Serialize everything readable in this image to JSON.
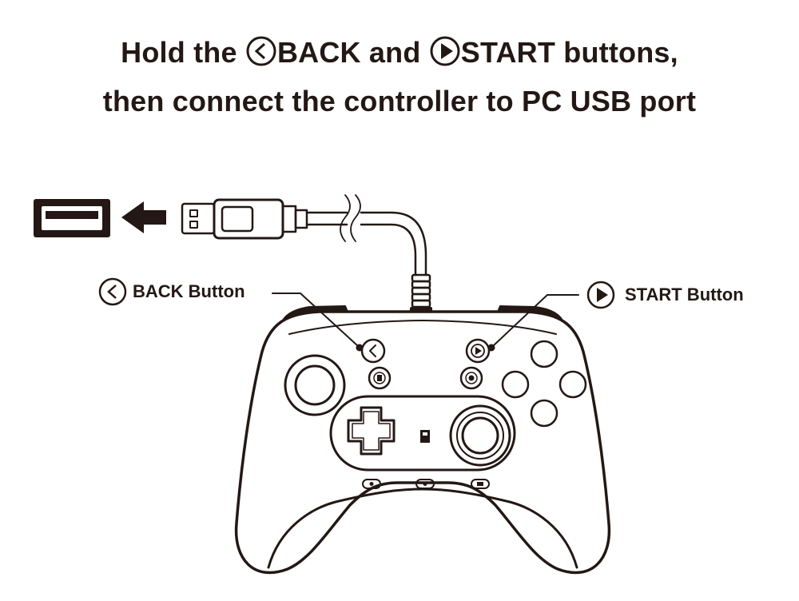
{
  "title": {
    "line1_prefix": "Hold the ",
    "back_word": "BACK and ",
    "start_word": "START buttons,",
    "line2": "then connect the controller to PC USB port"
  },
  "callouts": {
    "back": "BACK Button",
    "start": "START Button"
  },
  "icons": {
    "back": "chevron-left-circle-icon",
    "start": "play-circle-icon"
  },
  "colors": {
    "ink": "#231815",
    "background": "#ffffff"
  }
}
